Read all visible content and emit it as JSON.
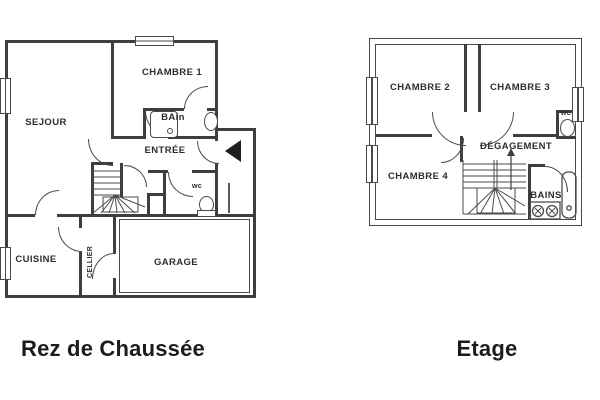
{
  "figure": {
    "type": "architectural floor plan, two levels side by side",
    "colors": {
      "background": "#ffffff",
      "wall": "#3e3e3e",
      "fixture": "#4a4a4a",
      "text": "#2d2d2d",
      "entrance_arrow": "#1f1f1f"
    },
    "icons": {
      "entrance_arrow": "left-pointing solid triangle at entrance porch",
      "stairs_direction_arrow": "up arrow on first-floor stairs",
      "shower": "rounded square with drain dot",
      "toilet": "oval bowl",
      "sink": "oval basin",
      "double_sinks": "two circles with faucet crosses on a vanity",
      "bathtub": "vertical rounded rectangle with drain dot",
      "window": "double-line break in wall"
    }
  },
  "ground_floor": {
    "title": "Rez de Chaussée",
    "rooms": {
      "sejour": "SEJOUR",
      "chambre1": "CHAMBRE 1",
      "bain": "BAin",
      "entree": "ENTRÉE",
      "wc": "wc",
      "cuisine": "CUISINE",
      "cellier": "CELLIER",
      "garage": "GARAGE"
    }
  },
  "first_floor": {
    "title": "Etage",
    "rooms": {
      "chambre2": "CHAMBRE 2",
      "chambre3": "CHAMBRE 3",
      "degagement": "DÉGAGEMENT",
      "chambre4": "CHAMBRE 4",
      "wc": "WC",
      "bains": "BAINS"
    }
  }
}
